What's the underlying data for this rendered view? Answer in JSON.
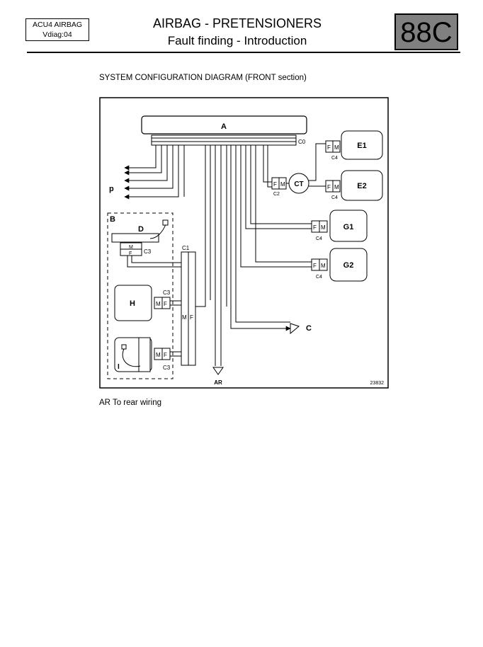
{
  "header": {
    "box_line1": "ACU4 AIRBAG",
    "box_line2": "Vdiag:04",
    "title_line1": "AIRBAG - PRETENSIONERS",
    "title_line2": "Fault finding - Introduction",
    "section_number": "88C"
  },
  "section_title": "SYSTEM CONFIGURATION DIAGRAM (FRONT section)",
  "diagram": {
    "label_A": "A",
    "label_C0": "C0",
    "label_C1": "C1",
    "label_C2": "C2",
    "label_C3": "C3",
    "label_C4": "C4",
    "label_CT": "CT",
    "label_E1": "E1",
    "label_E2": "E2",
    "label_G1": "G1",
    "label_G2": "G2",
    "label_B": "B",
    "label_D": "D",
    "label_H": "H",
    "label_I": "I",
    "label_p": "p",
    "label_C": "C",
    "label_AR": "AR",
    "label_F": "F",
    "label_M": "M",
    "ref_number": "23832"
  },
  "footnote": "AR To rear wiring"
}
